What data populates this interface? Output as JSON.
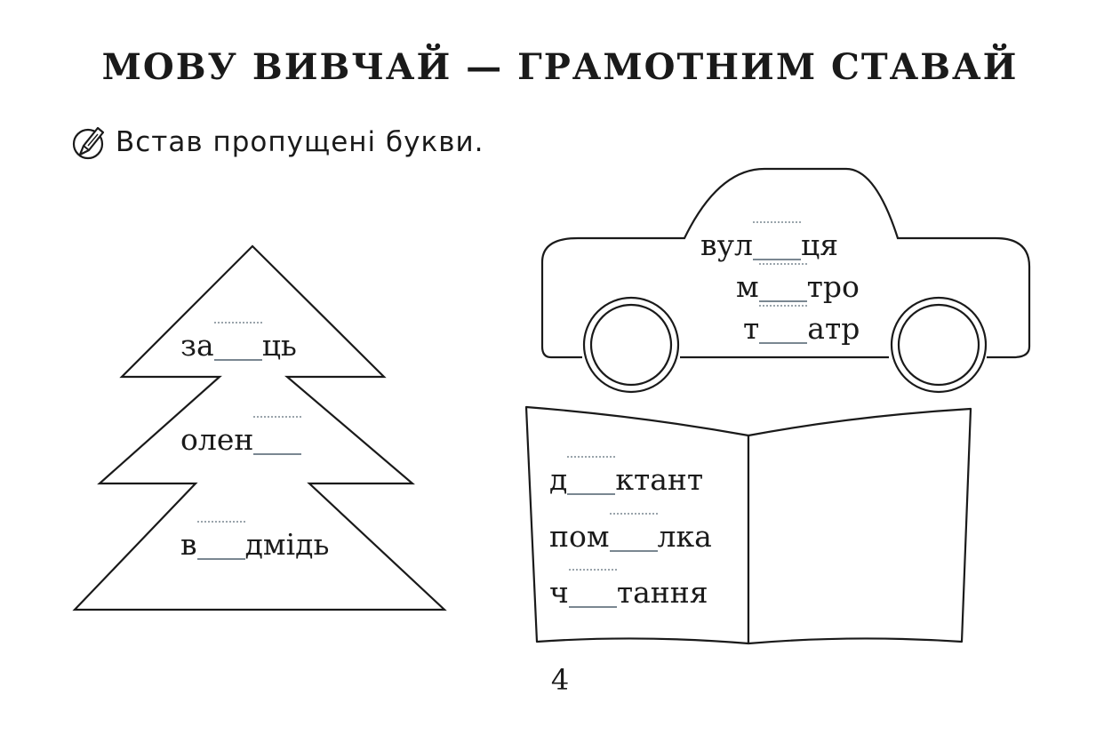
{
  "title": "МОВУ ВИВЧАЙ — ГРАМОТНИМ СТАВАЙ",
  "instruction": "Встав пропущені букви.",
  "tree_words": [
    {
      "before": "за",
      "after": "ць"
    },
    {
      "before": "олен",
      "after": ""
    },
    {
      "before": "в",
      "after": "дмідь"
    }
  ],
  "car_words": [
    {
      "before": "вул",
      "after": "ця"
    },
    {
      "before": "м",
      "after": "тро"
    },
    {
      "before": "т",
      "after": "атр"
    }
  ],
  "book_words": [
    {
      "before": "д",
      "after": "ктант"
    },
    {
      "before": "пом",
      "after": "лка"
    },
    {
      "before": "ч",
      "after": "тання"
    }
  ],
  "page_number": "4",
  "icons": {
    "instruction": "pen-icon"
  }
}
